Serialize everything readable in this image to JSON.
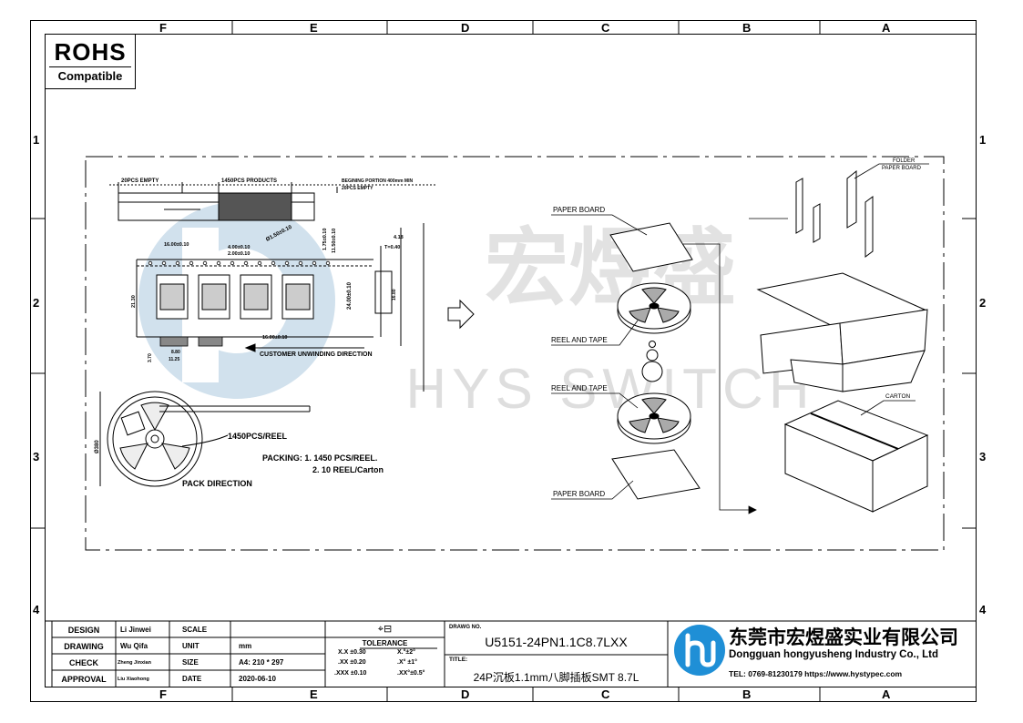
{
  "rohs": {
    "line1": "ROHS",
    "line2": "Compatible"
  },
  "zones": {
    "columns": [
      "F",
      "E",
      "D",
      "C",
      "B",
      "A"
    ],
    "rows": [
      "1",
      "2",
      "3",
      "4"
    ]
  },
  "watermark": {
    "text": "HYS SWITCH",
    "chinese": "宏煜盛"
  },
  "tape_drawing": {
    "empty_lead": "20PCS EMPTY",
    "products": "1450PCS PRODUCTS",
    "beginning": "BEGINING PORTION 400mm MIN",
    "empty_trail": "20PCS EMPTY",
    "dims": {
      "pitch": "16.00±0.10",
      "d1": "4.00±0.10",
      "d2": "2.00±0.10",
      "hole": "Ø1.50±0.10",
      "d3": "1.75±0.10",
      "d4": "11.50±0.10",
      "d5": "4.18",
      "t": "T=0.40",
      "w1": "21.30",
      "w2": "24.00±0.10",
      "w3": "16.80",
      "pitch2": "16.00±0.10",
      "p1": "8.80",
      "p2": "11.25",
      "p3": "3.70",
      "w4": "Ø380"
    },
    "customer_direction": "CUSTOMER UNWINDING DIRECTION",
    "reel_qty": "1450PCS/REEL",
    "packing_title": "PACKING: 1. 1450 PCS/REEL.",
    "packing_line2": "2. 10  REEL/Carton",
    "pack_direction": "PACK DIRECTION"
  },
  "packing_drawing": {
    "paper_board_top": "PAPER  BOARD",
    "reel_tape_1": "REEL  AND  TAPE",
    "reel_tape_2": "REEL  AND  TAPE",
    "paper_board_bottom": "PAPER  BOARD",
    "folder": "FOLDER",
    "folder_board": "PAPER BOARD",
    "carton": "CARTON"
  },
  "title_block": {
    "labels": {
      "design": "DESIGN",
      "drawing": "DRAWING",
      "check": "CHECK",
      "approval": "APPROVAL"
    },
    "names": {
      "design": "Li Jinwei",
      "drawing": "Wu Qifa",
      "check": "Zheng Jinxian",
      "approval": "Liu Xiaohong"
    },
    "fields": {
      "scale": "SCALE",
      "unit": "UNIT",
      "size": "SIZE",
      "date": "DATE"
    },
    "values": {
      "scale": "",
      "unit": "mm",
      "size": "A4: 210 * 297",
      "date": "2020-06-10"
    },
    "tolerance": {
      "title": "TOLERANCE",
      "rows": [
        [
          "X.X  ±0.30",
          "X.°±2°"
        ],
        [
          ".XX  ±0.20",
          ".X° ±1°"
        ],
        [
          ".XXX  ±0.10",
          ".XX°±0.5°"
        ]
      ]
    },
    "drawing_no_label": "DRAWG NO.",
    "drawing_no": "U5151-24PN1.1C8.7LXX",
    "title_label": "TITLE:",
    "title": "24P沉板1.1mm八脚插板SMT 8.7L",
    "company_cn": "东莞市宏煜盛实业有限公司",
    "company_en": "Dongguan hongyusheng Industry Co., Ltd",
    "contact": "TEL: 0769-81230179  https://www.hystypec.com"
  },
  "colors": {
    "watermark": "#c9dcea",
    "logo": "#1f8fd6"
  }
}
